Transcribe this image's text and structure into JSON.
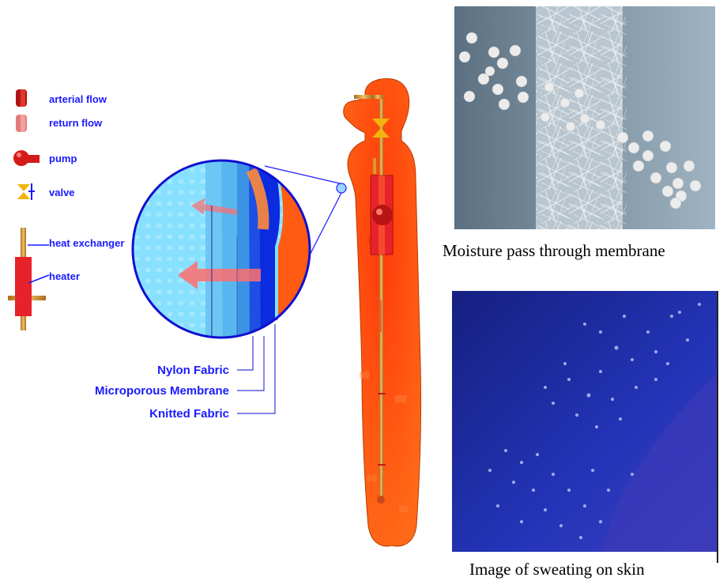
{
  "legend": {
    "arterial_flow": "arterial flow",
    "return_flow": "return flow",
    "pump": "pump",
    "valve": "valve",
    "heat_exchanger": "heat exchanger",
    "heater": "heater"
  },
  "layers": {
    "nylon": "Nylon Fabric",
    "membrane": "Microporous Membrane",
    "knitted": "Knitted Fabric"
  },
  "captions": {
    "membrane_photo": "Moisture pass through membrane",
    "sweat_photo": "Image of sweating on skin"
  },
  "colors": {
    "label_blue": "#1a1aff",
    "body_orange": "#ff5a12",
    "tube_gold": "#d9a23a",
    "heater_red": "#e8222a",
    "photo_dark_blue": "#1d2e9a"
  }
}
